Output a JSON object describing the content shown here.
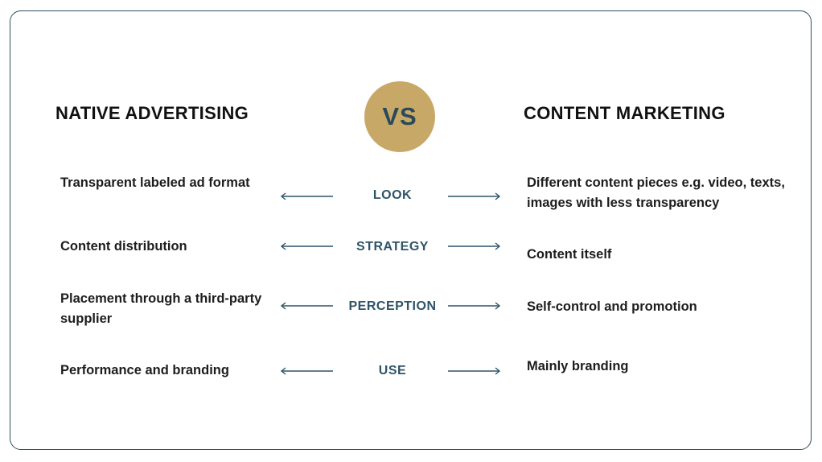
{
  "colors": {
    "accent": "#c8a867",
    "text": "#1d1d1d",
    "category": "#2e5468",
    "border": "#2e4f5f"
  },
  "left_heading": "NATIVE ADVERTISING",
  "right_heading": "CONTENT MARKETING",
  "vs_label": "VS",
  "rows": [
    {
      "category": "LOOK",
      "left": "Transparent labeled ad format",
      "right": "Different content pieces e.g. video, texts, images with less transparency"
    },
    {
      "category": "STRATEGY",
      "left": "Content distribution",
      "right": "Content itself"
    },
    {
      "category": "PERCEPTION",
      "left": "Placement through a third-party supplier",
      "right": "Self-control and promotion"
    },
    {
      "category": "USE",
      "left": "Performance and branding",
      "right": "Mainly branding"
    }
  ]
}
